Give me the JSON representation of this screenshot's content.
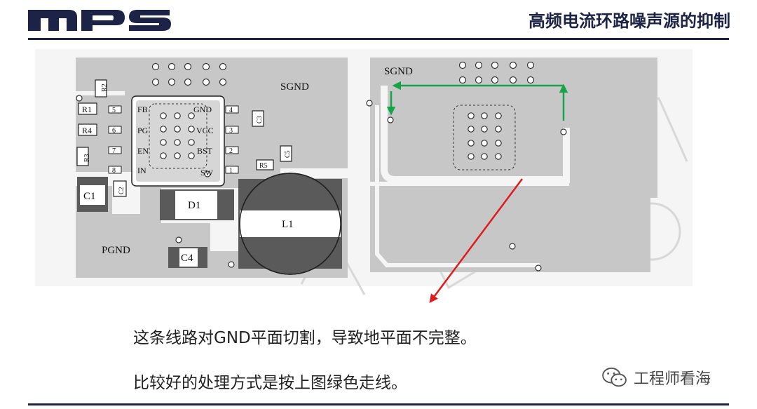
{
  "header": {
    "logo_text": "mps",
    "title": "高频电流环路噪声源的抑制"
  },
  "left_pcb": {
    "net_labels": {
      "sgnd": "SGND",
      "pgnd": "PGND"
    },
    "resistors": [
      "R1",
      "R2",
      "R3",
      "R4",
      "R5"
    ],
    "capacitors": [
      "C1",
      "C2",
      "C3",
      "C4"
    ],
    "diode": "D1",
    "inductor": "L1",
    "ic_pins_left": [
      {
        "num": "5",
        "name": "FB"
      },
      {
        "num": "6",
        "name": "PG"
      },
      {
        "num": "7",
        "name": "EN"
      },
      {
        "num": "8",
        "name": "IN"
      }
    ],
    "ic_pins_right": [
      {
        "num": "4",
        "name": "GND"
      },
      {
        "num": "3",
        "name": "VCC"
      },
      {
        "num": "2",
        "name": "BST"
      },
      {
        "num": "1",
        "name": "SW"
      }
    ]
  },
  "right_pcb": {
    "net_label": "SGND"
  },
  "captions": {
    "line1": "这条线路对GND平面切割，导致地平面不完整。",
    "line2": "比较好的处理方式是按上图绿色走线。"
  },
  "watermark": {
    "text": "工程师看海",
    "icon": "wechat-icon"
  },
  "colors": {
    "brand": "#1c2346",
    "green_route": "#16a34a",
    "red_arrow": "#e01b1b",
    "copper": "#c7c7c7"
  }
}
